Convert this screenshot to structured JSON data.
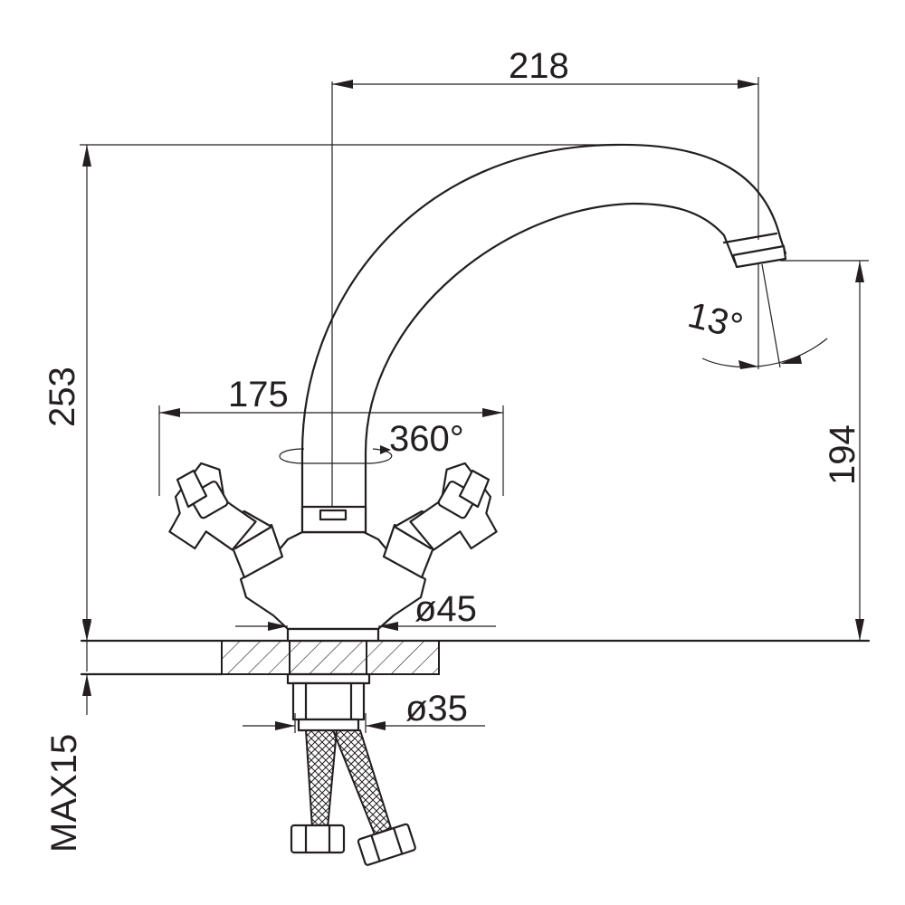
{
  "dimensions": {
    "spout_reach": "218",
    "total_height": "253",
    "handle_span": "175",
    "rotation": "360°",
    "spout_angle": "13°",
    "outlet_height": "194",
    "base_diameter": "ø45",
    "thread_diameter": "ø35",
    "max_countertop": "MAX15"
  },
  "colors": {
    "line": "#231f20",
    "background": "#ffffff"
  }
}
